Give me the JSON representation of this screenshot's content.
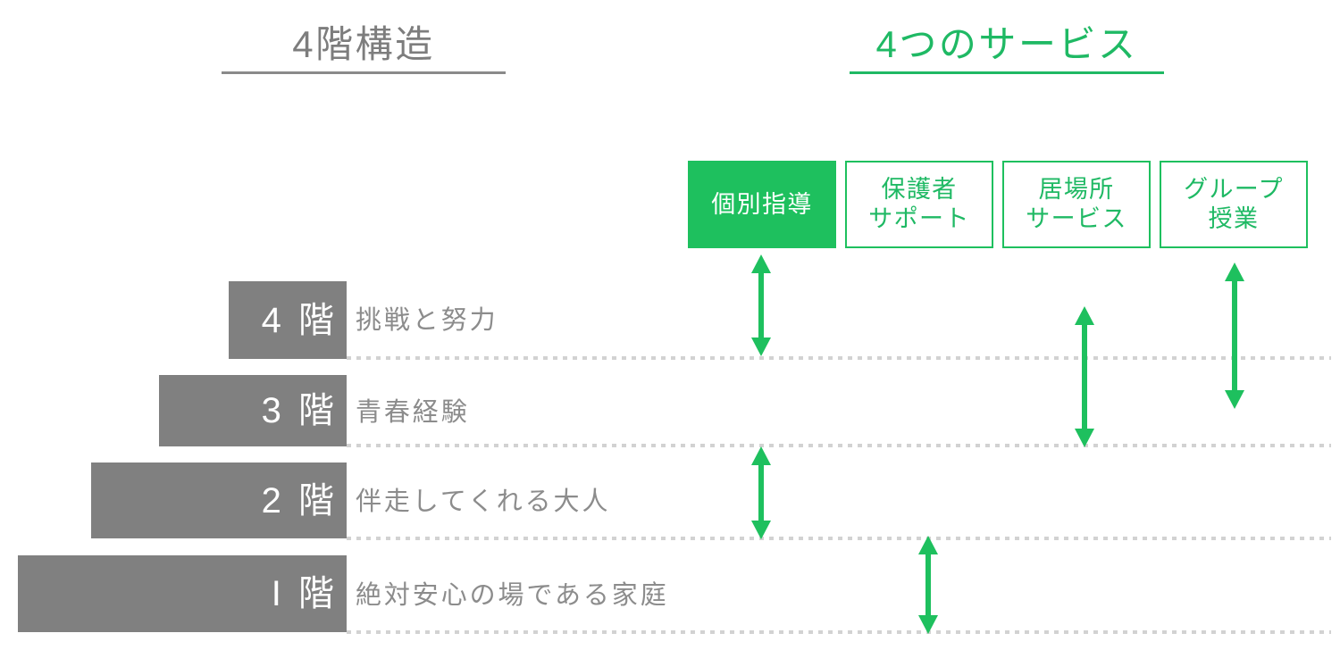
{
  "left_panel": {
    "title": "4階構造",
    "accent_color": "#8a8a8a",
    "floors": [
      {
        "id": "floor-4",
        "label": "4 階",
        "description": "挑戦と努力"
      },
      {
        "id": "floor-3",
        "label": "3 階",
        "description": "青春経験"
      },
      {
        "id": "floor-2",
        "label": "2 階",
        "description": "伴走してくれる大人"
      },
      {
        "id": "floor-1",
        "label": "I 階",
        "description": "絶対安心の場である家庭"
      }
    ],
    "bar_color": "#808080",
    "label_color": "#ffffff",
    "description_color": "#8c8c8c",
    "baseline_color": "#d2d2d2"
  },
  "right_panel": {
    "title": "4つのサービス",
    "accent_color": "#1fb964",
    "services": [
      {
        "id": "service-individual",
        "lines": [
          "個別指導"
        ],
        "style": "filled"
      },
      {
        "id": "service-guardian-support",
        "lines": [
          "保護者",
          "サポート"
        ],
        "style": "outline"
      },
      {
        "id": "service-place",
        "lines": [
          "居場所",
          "サービス"
        ],
        "style": "outline"
      },
      {
        "id": "service-group-class",
        "lines": [
          "グループ",
          "授業"
        ],
        "style": "outline"
      }
    ],
    "filled_color": "#1ec05e",
    "outline_color": "#1fb964",
    "arrow_color": "#1ec05e",
    "arrows": [
      {
        "id": "arrow-individual-upper",
        "service": "service-individual",
        "from_floor": "service-box-bottom",
        "to_floor": "floor-4"
      },
      {
        "id": "arrow-individual-lower",
        "service": "service-individual",
        "from_floor": "floor-3",
        "to_floor": "floor-2"
      },
      {
        "id": "arrow-guardian-support",
        "service": "service-guardian-support",
        "from_floor": "floor-2",
        "to_floor": "below-floor-1"
      },
      {
        "id": "arrow-place",
        "service": "service-place",
        "from_floor": "above-floor-4",
        "to_floor": "floor-3"
      },
      {
        "id": "arrow-group-class",
        "service": "service-group-class",
        "from_floor": "service-box-bottom",
        "to_floor": "floor-3"
      }
    ]
  }
}
